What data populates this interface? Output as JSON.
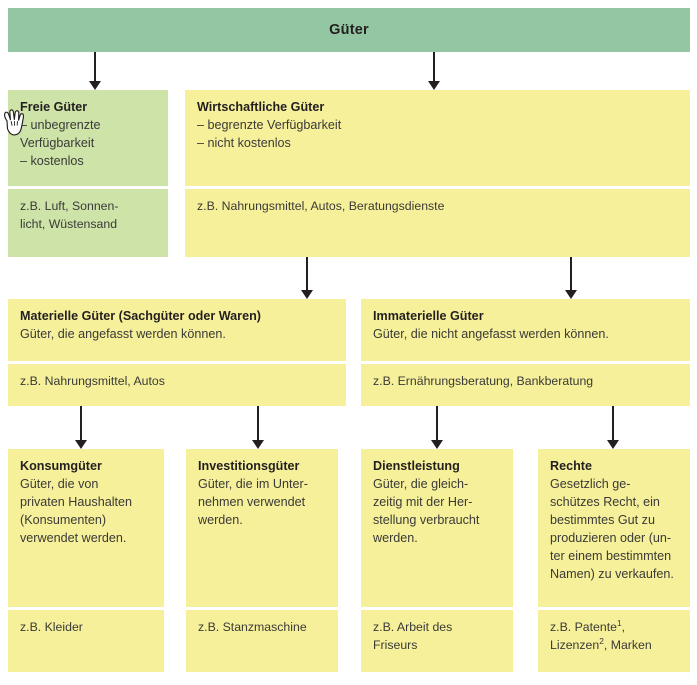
{
  "diagram": {
    "title": "Güter",
    "colors": {
      "header_green": "#93c7a4",
      "light_green": "#cde3a8",
      "yellow": "#f7f09a",
      "text": "#231f20",
      "arrow": "#231f20",
      "background": "#ffffff"
    },
    "level1": {
      "label": "Güter"
    },
    "level2": [
      {
        "id": "freie-gueter",
        "title": "Freie Güter",
        "body": "– unbegrenzte\n   Verfügbarkeit\n– kostenlos",
        "example": "z.B. Luft, Sonnen-\nlicht, Wüstensand",
        "color": "light-green"
      },
      {
        "id": "wirtschaftliche-gueter",
        "title": "Wirtschaftliche Güter",
        "body": "– begrenzte Verfügbarkeit\n– nicht kostenlos",
        "example": "z.B. Nahrungsmittel, Autos, Beratungsdienste",
        "color": "yellow"
      }
    ],
    "level3": [
      {
        "id": "materielle-gueter",
        "title": "Materielle Güter (Sachgüter oder Waren)",
        "body": "Güter, die angefasst werden können.",
        "example": "z.B. Nahrungsmittel, Autos",
        "color": "yellow"
      },
      {
        "id": "immaterielle-gueter",
        "title": "Immaterielle Güter",
        "body": "Güter, die nicht angefasst werden können.",
        "example": "z.B. Ernährungsberatung, Bankberatung",
        "color": "yellow"
      }
    ],
    "level4": [
      {
        "id": "konsumgueter",
        "title": "Konsumgüter",
        "body": "Güter, die von\nprivaten Haushalten\n(Konsumenten)\nverwendet werden.",
        "example": "z.B. Kleider",
        "color": "yellow"
      },
      {
        "id": "investitionsgueter",
        "title": "Investitionsgüter",
        "body": "Güter, die im Unter-\nnehmen verwendet\nwerden.",
        "example": "z.B. Stanzmaschine",
        "color": "yellow"
      },
      {
        "id": "dienstleistung",
        "title": "Dienstleistung",
        "body": "Güter, die gleich-\nzeitig mit der Her-\nstellung verbraucht\nwerden.",
        "example": "z.B. Arbeit des\nFriseurs",
        "color": "yellow"
      },
      {
        "id": "rechte",
        "title": "Rechte",
        "body": "Gesetzlich ge-\nschützes Recht, ein\nbestimmtes Gut zu\nproduzieren oder (un-\nter einem bestimmten\nNamen) zu verkaufen.",
        "example_part1": "z.B. Patente",
        "example_sup1": "1",
        "example_part2": ",\nLizenzen",
        "example_sup2": "2",
        "example_part3": ", Marken",
        "color": "yellow"
      }
    ],
    "arrows": [
      {
        "id": "arrow-guter-to-freie",
        "from": "Güter",
        "to": "Freie Güter"
      },
      {
        "id": "arrow-guter-to-wirtschaftliche",
        "from": "Güter",
        "to": "Wirtschaftliche Güter"
      },
      {
        "id": "arrow-wirtschaftliche-to-materielle",
        "from": "Wirtschaftliche Güter",
        "to": "Materielle Güter"
      },
      {
        "id": "arrow-wirtschaftliche-to-immaterielle",
        "from": "Wirtschaftliche Güter",
        "to": "Immaterielle Güter"
      },
      {
        "id": "arrow-materielle-to-konsumgueter",
        "from": "Materielle Güter",
        "to": "Konsumgüter"
      },
      {
        "id": "arrow-materielle-to-investitionsgueter",
        "from": "Materielle Güter",
        "to": "Investitionsgüter"
      },
      {
        "id": "arrow-immaterielle-to-dienstleistung",
        "from": "Immaterielle Güter",
        "to": "Dienstleistung"
      },
      {
        "id": "arrow-immaterielle-to-rechte",
        "from": "Immaterielle Güter",
        "to": "Rechte"
      }
    ],
    "cursor": {
      "icon": "hand-pointer-cursor"
    }
  }
}
